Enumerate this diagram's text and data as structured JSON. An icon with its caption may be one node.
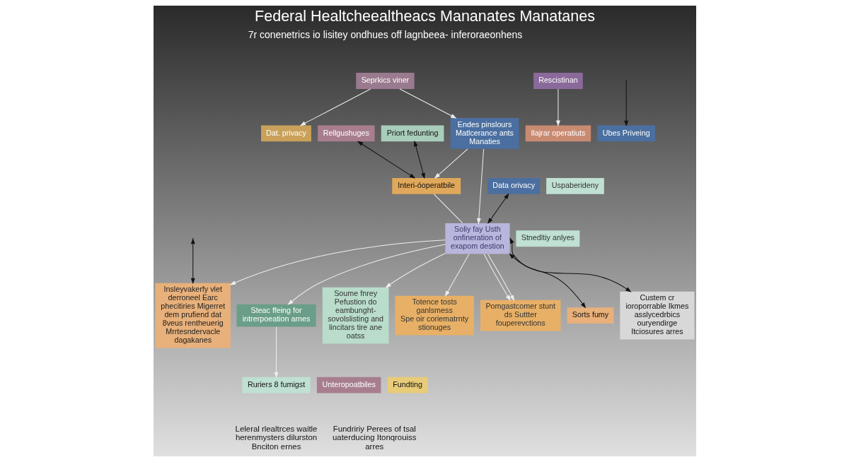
{
  "diagram": {
    "title": "Federal Healtcheealtheacs Mananates Manatanes",
    "nodes": [
      {
        "text": [
          "Dat. privacy"
        ]
      },
      {
        "text": [
          "Rescistinan"
        ]
      },
      {
        "text": [
          "Ilajrar operatiuts"
        ]
      },
      {
        "text": [
          "Seprkics viner"
        ]
      },
      {
        "text": [
          "Ruriers 8 fumigst"
        ]
      },
      {
        "text": [
          "Rellgushuges"
        ]
      },
      {
        "text": [
          "Unteropoatbiles"
        ]
      },
      {
        "text": [
          "Endes pinslours",
          "Matlcerance ants Manaties"
        ]
      },
      {
        "text": [
          "Steac ffeing for intrerpoeation arnes"
        ]
      },
      {
        "text": [
          "Soume fnrey",
          "Pefustion do eambunght- sovolslisting and lincitars tire ane oatss"
        ]
      },
      {
        "text": [
          "Priort fedunting"
        ]
      },
      {
        "text": [
          "Interi-óoperatbile"
        ]
      },
      {
        "text": [
          "Soliy fay Usth onfineration of exapom destion"
        ]
      },
      {
        "text": [
          "Insleyvakerfy vlet derroneel Earc phecitiries Migerret dem prufiend dat 8veus rentheuerig Mrrtesndervacle dagakanes"
        ]
      },
      {
        "text": [
          "Uspaberideny"
        ]
      },
      {
        "text": [
          "Stnedltiy anlyes"
        ]
      },
      {
        "text": [
          "Ubes Priveing"
        ]
      },
      {
        "text": [
          "Data orivacy"
        ]
      },
      {
        "text": [
          "Totence tosts ganlsmess",
          "Spe oir coriematrnty stionuges"
        ]
      },
      {
        "text": [
          "Pomgastcomer stunt ds Suttter fouperevctions"
        ]
      },
      {
        "text": [
          "Fundting"
        ]
      },
      {
        "text": [
          "Sorts fumy"
        ]
      },
      {
        "text": [
          "Custem cr ioroporrable Ikmes asslycedrbics ouryendirge Itciosures arres"
        ]
      }
    ],
    "edges": [
      {
        "from": 1,
        "to": 2,
        "arrow": "to"
      },
      {
        "from": 3,
        "to": 0,
        "arrow": "to"
      },
      {
        "from": 3,
        "to": 7,
        "arrow": "to"
      },
      {
        "from": 8,
        "to": 4,
        "arrow": "to"
      },
      {
        "from": 5,
        "to": 11,
        "arrow": "both",
        "color": "#111111"
      },
      {
        "from": 7,
        "to": 11,
        "arrow": "to"
      },
      {
        "from": 7,
        "to": 12,
        "arrow": "to"
      },
      {
        "from": 10,
        "to": 11,
        "arrow": "both",
        "color": "#111111"
      },
      {
        "from": 11,
        "to": 12,
        "arrow": "none"
      },
      {
        "from": 12,
        "to": 13,
        "arrow": "to"
      },
      {
        "from": 12,
        "to": 8,
        "arrow": "to"
      },
      {
        "from": 12,
        "to": 9,
        "arrow": "to"
      },
      {
        "from": null,
        "to": 13,
        "arrow": "both",
        "color": "#111111"
      },
      {
        "from": 17,
        "to": 12,
        "arrow": "both",
        "color": "#111111"
      },
      {
        "from": null,
        "to": 16,
        "arrow": "to",
        "color": "#111111"
      },
      {
        "from": 12,
        "to": 18,
        "arrow": "to"
      },
      {
        "from": 12,
        "to": 19,
        "arrow": "to"
      },
      {
        "from": 12,
        "to": 19,
        "arrow": "to"
      },
      {
        "from": 12,
        "to": 21,
        "arrow": "both",
        "color": "#111111"
      },
      {
        "from": 12,
        "to": 22,
        "arrow": "both",
        "color": "#111111"
      }
    ],
    "labels": [
      "7r conenetrics io lisitey ondhues off lagnbeea- inferoraeonhens",
      "Leleral rlealtrces waitle herenmysters dilurston Bnciton ernes",
      "Fundririy Perees of tsal uaterducing Itonqrouiss arres"
    ]
  }
}
